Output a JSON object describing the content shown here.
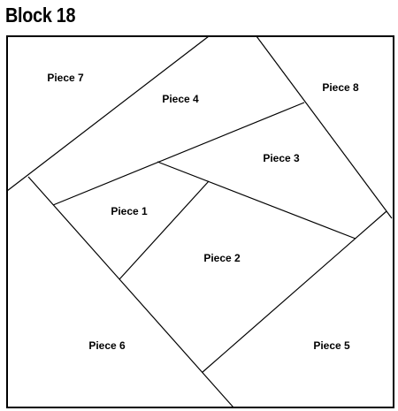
{
  "title": "Block 18",
  "colors": {
    "line": "#000000",
    "background": "#ffffff"
  },
  "pieces": [
    {
      "id": "piece-7",
      "label": "Piece 7"
    },
    {
      "id": "piece-4",
      "label": "Piece 4"
    },
    {
      "id": "piece-8",
      "label": "Piece 8"
    },
    {
      "id": "piece-3",
      "label": "Piece 3"
    },
    {
      "id": "piece-1",
      "label": "Piece 1"
    },
    {
      "id": "piece-2",
      "label": "Piece 2"
    },
    {
      "id": "piece-6",
      "label": "Piece 6"
    },
    {
      "id": "piece-5",
      "label": "Piece 5"
    }
  ]
}
